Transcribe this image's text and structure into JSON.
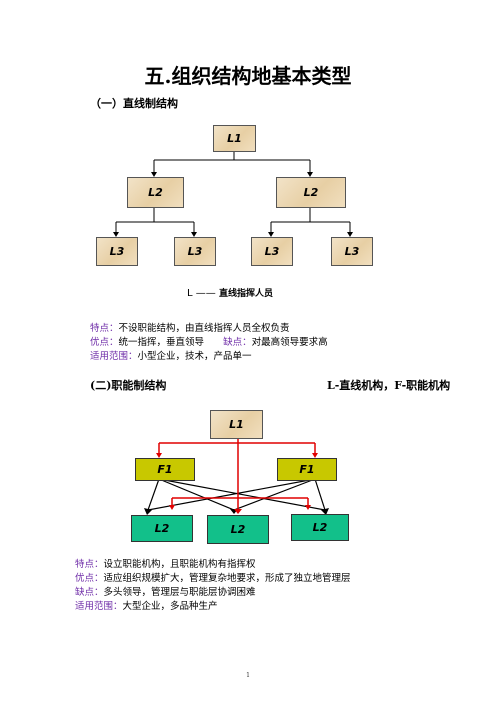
{
  "document": {
    "title": "五.组织结构地基本类型",
    "page_number": "1"
  },
  "section1": {
    "heading": "（一）直线制结构",
    "chart": {
      "top": "L1",
      "middle": [
        "L2",
        "L2"
      ],
      "bottom": [
        "L3",
        "L3",
        "L3",
        "L3"
      ]
    },
    "legend": {
      "symbol": "L ——",
      "text": "直线指挥人员"
    },
    "features": {
      "label": "特点：",
      "text": "不设职能结构，由直线指挥人员全权负责"
    },
    "pros": {
      "label": "优点：",
      "text": "统一指挥，垂直领导"
    },
    "cons": {
      "label": "缺点：",
      "text": "对最高领导要求高"
    },
    "scope": {
      "label": "适用范围：",
      "text": "小型企业，技术，产品单一"
    }
  },
  "section2": {
    "heading": "(二)职能制结构",
    "note": "L-直线机构，F-职能机构",
    "chart": {
      "top": "L1",
      "functional": [
        "F1",
        "F1"
      ],
      "bottom": [
        "L2",
        "L2",
        "L2"
      ]
    },
    "features": {
      "label": "特点：",
      "text": "设立职能机构，且职能机构有指挥权"
    },
    "pros": {
      "label": "优点：",
      "text": "适应组织规模扩大，管理复杂地要求，形成了独立地管理层"
    },
    "cons": {
      "label": "缺点：",
      "text": "多头领导，管理层与职能层协调困难"
    },
    "scope": {
      "label": "适用范围：",
      "text": "大型企业，多品种生产"
    }
  },
  "colors": {
    "label": "#6f2da8",
    "beige_box": "#eed9b4",
    "functional_box": "#c8c800",
    "line_box": "#12c08a",
    "red_line": "#e00000"
  }
}
